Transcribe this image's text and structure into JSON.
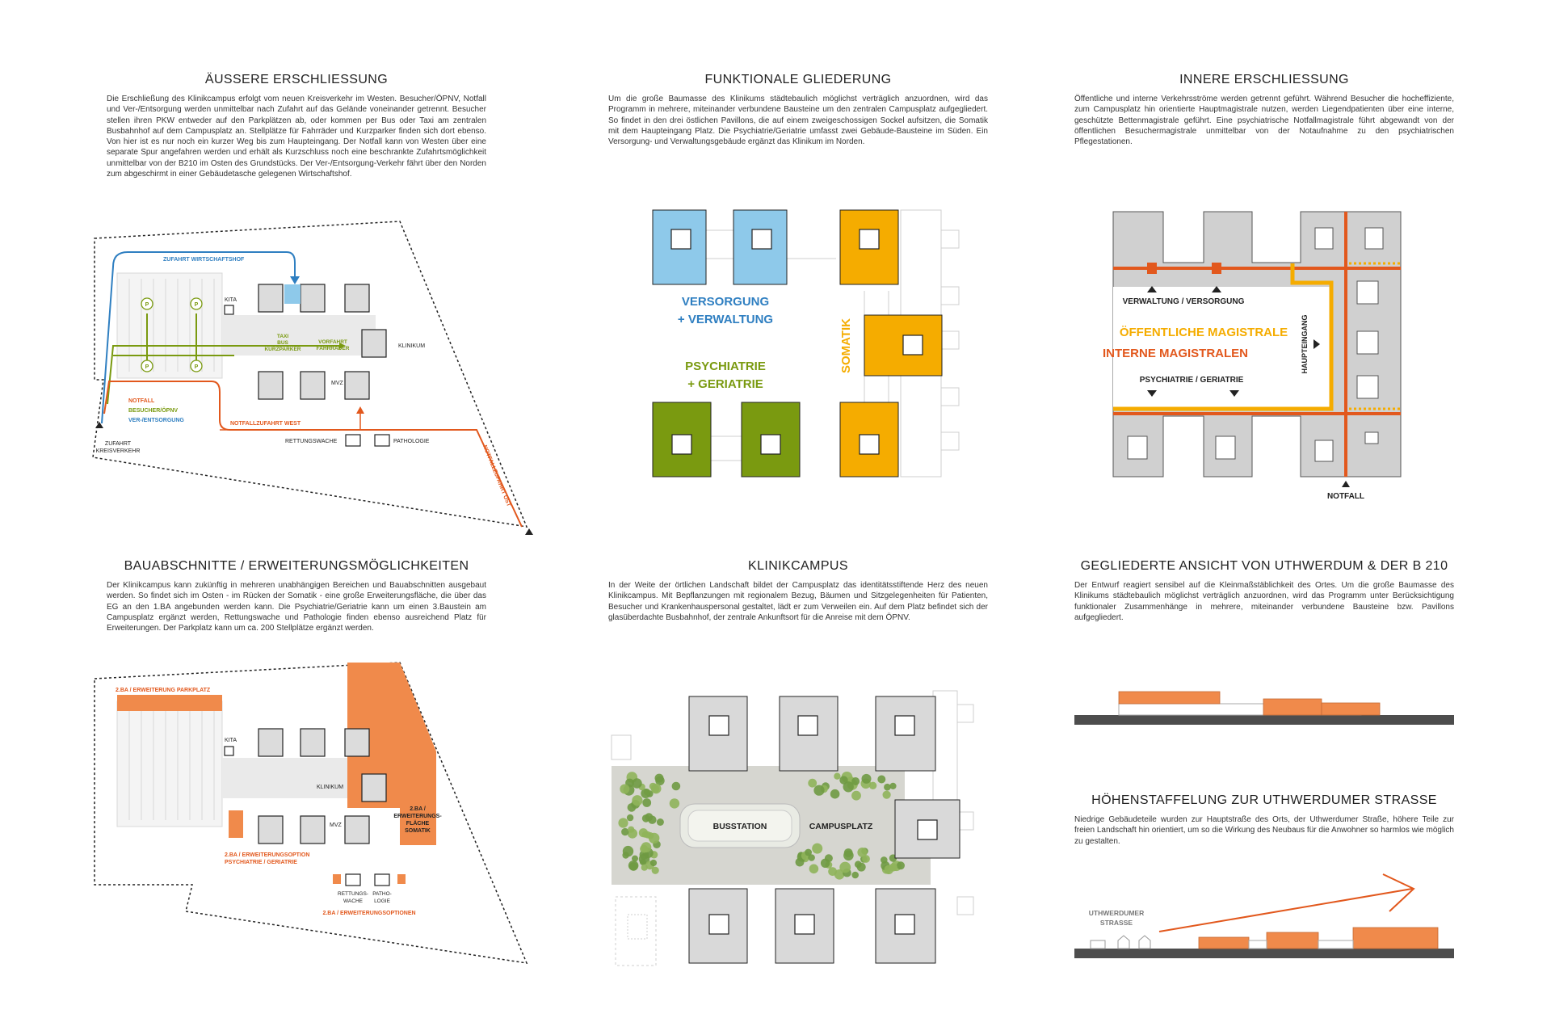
{
  "colors": {
    "blue": "#8ec9ea",
    "blue_text": "#2f7fc1",
    "green": "#7a9a10",
    "orange": "#f5ac00",
    "red_orange": "#e2581d",
    "expansion_orange": "#f08a4b",
    "gray_building": "#d0d0d0",
    "dark_ground": "#4d4d4d"
  },
  "panels": {
    "p1": {
      "title": "ÄUSSERE ERSCHLIESSUNG",
      "text": "Die Erschließung des Klinikcampus erfolgt vom neuen Kreisverkehr im Westen. Besucher/ÖPNV, Notfall und Ver-/Entsorgung werden unmittelbar nach Zufahrt auf das Gelände voneinander getrennt. Besucher stellen ihren PKW entweder auf den Parkplätzen ab, oder kommen per Bus oder Taxi am zentralen Busbahnhof auf dem Campusplatz an. Stellplätze für Fahrräder und Kurzparker finden sich dort ebenso. Von hier ist es nur noch ein kurzer Weg bis zum Haupteingang. Der Notfall kann von Westen über eine separate Spur angefahren werden und erhält als Kurzschluss noch eine beschrankte Zufahrtsmöglichkeit unmittelbar von der B210 im Osten des Grundstücks. Der Ver-/Entsorgung-Verkehr fährt über den Norden zum abgeschirmt in einer Gebäudetasche gelegenen Wirtschaftshof."
    },
    "p2": {
      "title": "FUNKTIONALE GLIEDERUNG",
      "text": "Um die große Baumasse des Klinikums städtebaulich möglichst verträglich anzuordnen, wird das Programm in mehrere, miteinander verbundene Bausteine um den zentralen Campusplatz aufgegliedert. So findet in den drei östlichen Pavillons, die auf einem zweigeschossigen Sockel aufsitzen, die Somatik mit dem Haupteingang Platz. Die Psychiatrie/Geriatrie umfasst zwei Gebäude-Bausteine im Süden. Ein Versorgung- und Verwaltungsgebäude ergänzt das Klinikum im Norden."
    },
    "p3": {
      "title": "INNERE ERSCHLIESSUNG",
      "text": "Öffentliche und interne Verkehrsströme werden getrennt geführt. Während Besucher die hocheffiziente, zum Campusplatz hin orientierte Hauptmagistrale nutzen, werden Liegendpatienten über eine interne, geschützte Bettenmagistrale geführt. Eine psychiatrische Notfallmagistrale führt abgewandt von der öffentlichen Besuchermagistrale unmittelbar von der Notaufnahme zu den psychiatrischen Pflegestationen."
    },
    "p4": {
      "title": "BAUABSCHNITTE / ERWEITERUNGSMÖGLICHKEITEN",
      "text": "Der Klinikcampus kann zukünftig in mehreren unabhängigen Bereichen und Bauabschnitten ausgebaut werden. So findet sich im Osten - im Rücken der Somatik - eine große Erweiterungsfläche, die über das EG an den 1.BA angebunden werden kann. Die Psychiatrie/Geriatrie kann um einen 3.Baustein am Campusplatz ergänzt werden, Rettungswache und Pathologie finden ebenso ausreichend Platz für Erweiterungen. Der Parkplatz kann um ca. 200 Stellplätze ergänzt werden."
    },
    "p5": {
      "title": "KLINIKCAMPUS",
      "text": "In der Weite der örtlichen Landschaft bildet der Campusplatz das identitätsstiftende Herz des neuen Klinikcampus. Mit Bepflanzungen mit regionalem Bezug, Bäumen und Sitzgelegenheiten für Patienten, Besucher und Krankenhauspersonal gestaltet, lädt er zum Verweilen ein. Auf dem Platz befindet sich der glasüberdachte Busbahnhof, der zentrale Ankunftsort für die Anreise mit dem ÖPNV."
    },
    "p6": {
      "title": "GEGLIEDERTE ANSICHT VON UTHWERDUM & DER B 210",
      "text": "Der Entwurf reagiert sensibel auf die Kleinmaßstäblichkeit des Ortes. Um die große Baumasse des Klinikums städtebaulich möglichst verträglich anzuordnen, wird das Programm unter Berücksichtigung funktionaler Zusammenhänge in mehrere, miteinander verbundene Bausteine bzw. Pavillons aufgegliedert."
    },
    "p7": {
      "title": "HÖHENSTAFFELUNG ZUR UTHWERDUMER STRASSE",
      "text": "Niedrige Gebäudeteile wurden zur Hauptstraße des Orts, der Uthwerdumer Straße, höhere Teile zur freien Landschaft hin orientiert, um so die Wirkung des Neubaus für die Anwohner so harmlos wie möglich zu gestalten."
    }
  },
  "diagram1": {
    "zufahrt_wirtschaftshof": "ZUFAHRT WIRTSCHAFTSHOF",
    "kita": "KITA",
    "klinikum": "KLINIKUM",
    "mvz": "MVZ",
    "taxi": "TAXI",
    "bus": "BUS",
    "kurzparker": "KURZPARKER",
    "vorfahrt": "VORFAHRT",
    "fahrraeder": "FAHRRÄDER",
    "notfall": "NOTFALL",
    "besucher": "BESUCHER/ÖPNV",
    "ver_entsorgung": "VER-/ENTSORGUNG",
    "notfallzufahrt_west": "NOTFALLZUFAHRT WEST",
    "notfallzufahrt_ost": "NOTFALLZUFAHRT OST",
    "rettungswache": "RETTUNGSWACHE",
    "pathologie": "PATHOLOGIE",
    "zufahrt": "ZUFAHRT",
    "kreisverkehr": "KREISVERKEHR",
    "parking": "P"
  },
  "diagram2": {
    "versorgung": "VERSORGUNG",
    "verwaltung": "+ VERWALTUNG",
    "psychiatrie": "PSYCHIATRIE",
    "geriatrie": "+ GERIATRIE",
    "somatik": "SOMATIK"
  },
  "diagram3": {
    "verwaltung_versorgung": "VERWALTUNG / VERSORGUNG",
    "oeffentliche_magistrale": "ÖFFENTLICHE MAGISTRALE",
    "interne_magistralen": "INTERNE MAGISTRALEN",
    "psychiatrie_geriatrie": "PSYCHIATRIE / GERIATRIE",
    "haupteingang": "HAUPTEINGANG",
    "notfall": "NOTFALL"
  },
  "diagram4": {
    "erw_parkplatz": "2.BA / ERWEITERUNG PARKPLATZ",
    "kita": "KITA",
    "klinikum": "KLINIKUM",
    "mvz": "MVZ",
    "erw_flaeche_1": "2.BA /",
    "erw_flaeche_2": "ERWEITERUNGS-",
    "erw_flaeche_3": "FLÄCHE",
    "erw_flaeche_4": "SOMATIK",
    "option_1": "2.BA / ERWEITERUNGSOPTION",
    "option_2": "PSYCHIATRIE / GERIATRIE",
    "rettungs_1": "RETTUNGS-",
    "rettungs_2": "WACHE",
    "patho_1": "PATHO-",
    "patho_2": "LOGIE",
    "optionen": "2.BA / ERWEITERUNGSOPTIONEN"
  },
  "diagram5": {
    "busstation": "BUSSTATION",
    "campusplatz": "CAMPUSPLATZ"
  },
  "diagram7": {
    "street_1": "UTHWERDUMER",
    "street_2": "STRASSE"
  }
}
